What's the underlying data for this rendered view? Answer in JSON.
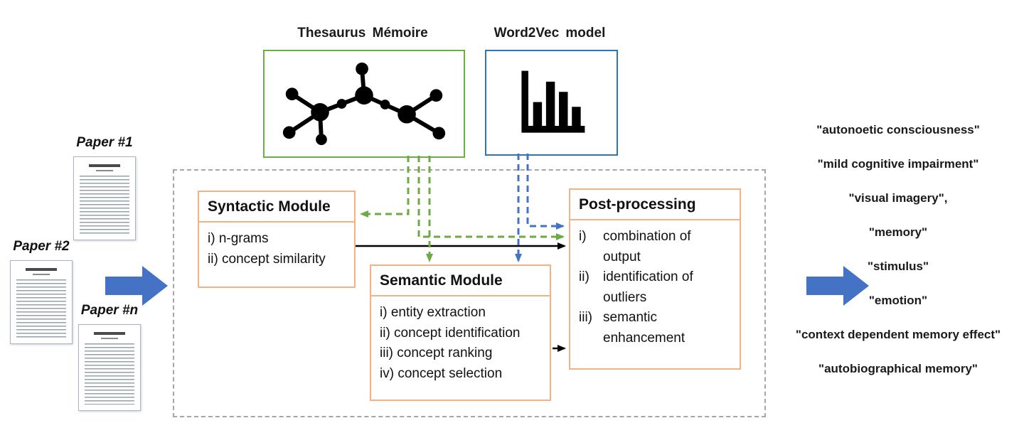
{
  "sources": {
    "thesaurus_label": "Thesaurus  Mémoire",
    "word2vec_label": "Word2Vec model"
  },
  "icons": {
    "thesaurus": "network-graph-icon",
    "word2vec": "bar-chart-icon",
    "flow": "block-arrow-right"
  },
  "papers": [
    {
      "label": "Paper #1"
    },
    {
      "label": "Paper #2"
    },
    {
      "label": "Paper #n"
    }
  ],
  "modules": {
    "syntactic": {
      "title": "Syntactic Module",
      "items": [
        "i) n-grams",
        "ii) concept similarity"
      ]
    },
    "semantic": {
      "title": "Semantic Module",
      "items": [
        "i) entity extraction",
        "ii) concept identification",
        "iii) concept ranking",
        "iv) concept selection"
      ]
    },
    "post_processing": {
      "title": "Post-processing",
      "items": [
        {
          "marker": "i)",
          "text": "combination of output"
        },
        {
          "marker": "ii)",
          "text": "identification of outliers"
        },
        {
          "marker": "iii)",
          "text": "semantic enhancement"
        }
      ]
    }
  },
  "output_terms": [
    "\"autonoetic consciousness\"",
    "\"mild cognitive impairment\"",
    "\"visual imagery\",",
    "\"memory\"",
    "\"stimulus\"",
    "\"emotion\"",
    "\"context dependent memory effect\"",
    "\"autobiographical memory\""
  ],
  "colors": {
    "thesaurus_border_green": "#6fae46",
    "word2vec_border_blue": "#2e75b6",
    "module_border_orange": "#f4b183",
    "flow_arrow_blue": "#4472c4",
    "pipeline_dashed_gray": "#a6a6a6",
    "green_dashed_arrow": "#6aab45",
    "blue_dashed_arrow": "#4472c4"
  }
}
